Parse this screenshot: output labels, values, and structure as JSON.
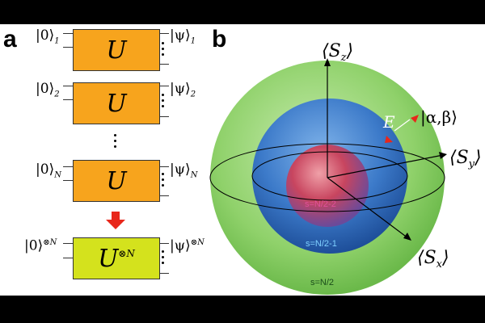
{
  "panels": {
    "a": "a",
    "b": "b"
  },
  "panel_a": {
    "input_ket": "|0⟩",
    "output_ket": "|ψ⟩",
    "gate_symbol": "U",
    "wire_indices": [
      "1",
      "2",
      "N"
    ],
    "tensor_input_sup": "⊗N",
    "tensor_output_sup": "⊗N",
    "tensor_gate_sup": "⊗N",
    "colors": {
      "gate": "#f7a41d",
      "tensor_gate": "#d4e21d",
      "arrow": "#e8271b"
    }
  },
  "panel_b": {
    "axes": {
      "z": "⟨Sz⟩",
      "y": "⟨Sy⟩",
      "x": "⟨Sx⟩"
    },
    "axis_subscripts": {
      "z": "z",
      "y": "y",
      "x": "x"
    },
    "state_label": "|α,β⟩",
    "energy_label": "E",
    "spheres": [
      {
        "label": "s=N/2",
        "color": "#8fd16a"
      },
      {
        "label": "s=N/2-1",
        "color": "#3c7ac9"
      },
      {
        "label": "s=N/2-2",
        "color": "#c8455f"
      }
    ],
    "label_colors": {
      "outer": "#1a4d1a",
      "middle": "#7fd0ff",
      "inner": "#e0509a"
    }
  }
}
